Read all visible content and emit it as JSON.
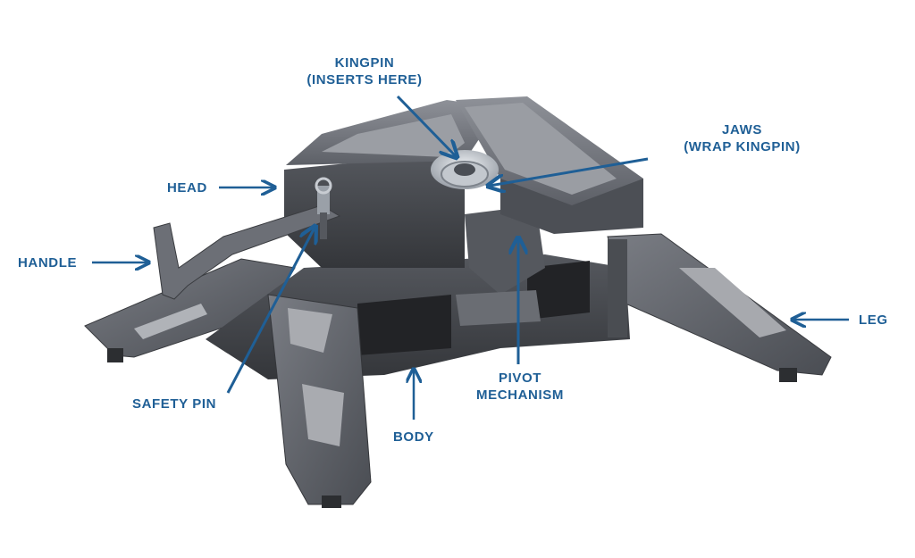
{
  "colors": {
    "label": "#1f5f96",
    "arrow": "#1f5f96",
    "body_dark": "#3d3f44",
    "body_mid": "#5e6168",
    "body_light": "#8b8e95",
    "panel": "#a7a9ae",
    "silver": "#c8ccd2"
  },
  "labels": {
    "kingpin_line1": "KINGPIN",
    "kingpin_line2": "(INSERTS HERE)",
    "jaws_line1": "JAWS",
    "jaws_line2": "(WRAP KINGPIN)",
    "head": "HEAD",
    "handle": "HANDLE",
    "leg": "LEG",
    "safety_pin": "SAFETY PIN",
    "pivot_line1": "PIVOT",
    "pivot_line2": "MECHANISM",
    "body": "BODY"
  }
}
